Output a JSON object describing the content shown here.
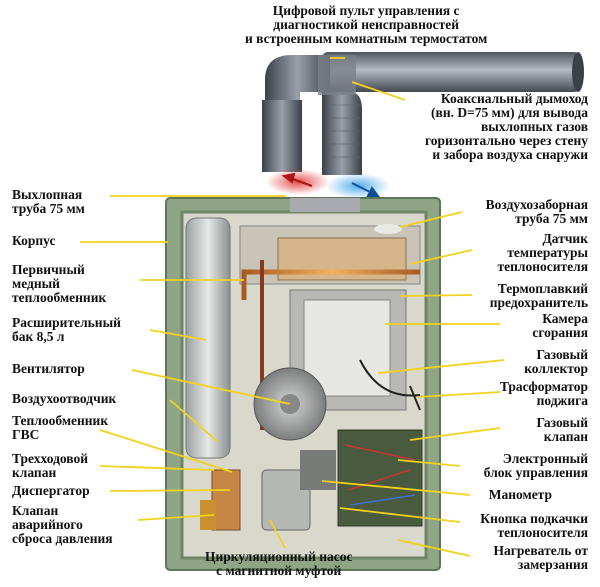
{
  "labels": {
    "control_panel": [
      "Цифровой пульт управления с",
      "диагностикой неисправностей",
      "и встроенным комнатным термостатом"
    ],
    "coaxial_flue": [
      "Коаксиальный дымоход",
      "(вн. D=75 мм) для вывода",
      "выхлопных газов",
      "горизонтально через стену",
      "и забора воздуха снаружи"
    ],
    "exhaust_pipe": [
      "Выхлопная",
      "труба 75 мм"
    ],
    "air_intake_pipe": [
      "Воздухозаборная",
      "труба 75 мм"
    ],
    "housing": [
      "Корпус"
    ],
    "temp_sensor": [
      "Датчик",
      "температуры",
      "теплоносителя"
    ],
    "primary_exchanger": [
      "Первичный",
      "медный",
      "теплообменник"
    ],
    "thermal_fuse": [
      "Термоплавкий",
      "предохранитель"
    ],
    "chamber": [
      "Камера",
      "сгорания"
    ],
    "expansion_tank": [
      "Расширительный",
      "бак 8,5 л"
    ],
    "gas_collector": [
      "Газовый",
      "коллектор"
    ],
    "fan": [
      "Вентилятор"
    ],
    "ignition_transformer": [
      "Трасформатор",
      "поджига"
    ],
    "air_vent": [
      "Воздухоотводчик"
    ],
    "dhw_exchanger": [
      "Теплообменник",
      "ГВС"
    ],
    "gas_valve": [
      "Газовый",
      "клапан"
    ],
    "three_way_valve": [
      "Трехходовой",
      "клапан"
    ],
    "electronic_unit": [
      "Электронный",
      "блок управления"
    ],
    "disperser": [
      "Диспергатор"
    ],
    "manometer": [
      "Манометр"
    ],
    "relief_valve": [
      "Клапан",
      "аварийного",
      "сброса давления"
    ],
    "fill_button": [
      "Кнопка подкачки",
      "теплоносителя"
    ],
    "circ_pump": [
      "Циркуляционный насос",
      "с магнитной муфтой"
    ],
    "frost_heater": [
      "Нагреватель от",
      "замерзания"
    ]
  },
  "colors": {
    "leader_line": "#f2d21a",
    "housing_green": "#8fa585",
    "housing_dark": "#5f7558",
    "flue_gray": "#6c7078",
    "exhaust_red": "#e23a3a",
    "intake_blue": "#4aa8e8",
    "copper": "#d98a3a",
    "text": "#111111"
  },
  "icons": {
    "exhaust_arrow": "arrow-left-icon",
    "intake_arrow": "arrow-right-icon"
  }
}
